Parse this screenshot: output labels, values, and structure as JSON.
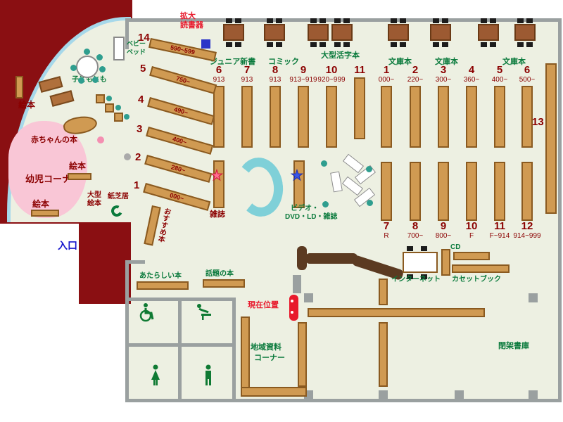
{
  "map": {
    "colors": {
      "background": "#edf0e2",
      "maroon": "#8a0f12",
      "wall_gray": "#9aa0a0",
      "shelf_tan": "#d09a52",
      "counter_brown": "#5b3a21",
      "green_text": "#0a7a3c",
      "dark_red_text": "#8b0000",
      "red_text": "#e8192c",
      "blue_text": "#1515cc",
      "cyan": "#7fd0d8",
      "teal": "#2f9e8f",
      "pink": "#f9c6d6"
    },
    "device": {
      "line1": "拡大",
      "line2": "読書器"
    },
    "sections": {
      "junior_shinsho": "ジュニア新書",
      "comic": "コミック",
      "ogata_katsuji": "大型活字本",
      "bunko_1": "文庫本",
      "bunko_2": "文庫本",
      "bunko_3": "文庫本"
    },
    "shelves": {
      "top_left": [
        {
          "num": "6",
          "range": "913"
        },
        {
          "num": "7",
          "range": "913"
        },
        {
          "num": "8",
          "range": "913"
        },
        {
          "num": "9",
          "range": "913~919"
        },
        {
          "num": "10",
          "range": "920~999"
        },
        {
          "num": "11",
          "range": ""
        }
      ],
      "top_right": [
        {
          "num": "1",
          "range": "000~"
        },
        {
          "num": "2",
          "range": "220~"
        },
        {
          "num": "3",
          "range": "300~"
        },
        {
          "num": "4",
          "range": "360~"
        },
        {
          "num": "5",
          "range": "400~"
        },
        {
          "num": "6",
          "range": "500~"
        }
      ],
      "bottom": [
        {
          "num": "7",
          "range": "R"
        },
        {
          "num": "8",
          "range": "700~"
        },
        {
          "num": "9",
          "range": "800~"
        },
        {
          "num": "10",
          "range": "F"
        },
        {
          "num": "11",
          "range": "F~914"
        },
        {
          "num": "12",
          "range": "914~999"
        }
      ],
      "left_diagonal": [
        {
          "num": "14",
          "range": "590~599"
        },
        {
          "num": "5",
          "range": "750~"
        },
        {
          "num": "4",
          "range": "490~"
        },
        {
          "num": "3",
          "range": "400~"
        },
        {
          "num": "2",
          "range": "280~"
        },
        {
          "num": "1",
          "range": "000~"
        }
      ],
      "right_wall": {
        "num": "13"
      }
    },
    "children_corner": {
      "youji_corner": "幼児コーナー",
      "akachan_books": "赤ちゃんの本",
      "ehon_1": "絵本",
      "ehon_2": "絵本",
      "ehon_3": "絵本",
      "ogata_ehon_line1": "大型",
      "ogata_ehon_line2": "絵本",
      "kamishibai": "紙芝居",
      "kodomo_tomo": "子どもとも",
      "baby_bed_line1": "ベビー",
      "baby_bed_line2": "ベッド",
      "osusume": "おすすめ本"
    },
    "center": {
      "zasshi": "雑誌",
      "video_line1": "ビデオ・",
      "video_line2": "DVD・LD・雑誌",
      "star": "★"
    },
    "entrance": {
      "label": "入口"
    },
    "south": {
      "atarashii": "あたらしい本",
      "wadai": "話題の本",
      "genzai_ichi": "現在位置",
      "chiiki_line1": "地域資料",
      "chiiki_line2": "コーナー",
      "internet": "インターネット",
      "cd": "CD",
      "cassette": "カセットブック",
      "heika_shoko": "閉架書庫"
    }
  }
}
